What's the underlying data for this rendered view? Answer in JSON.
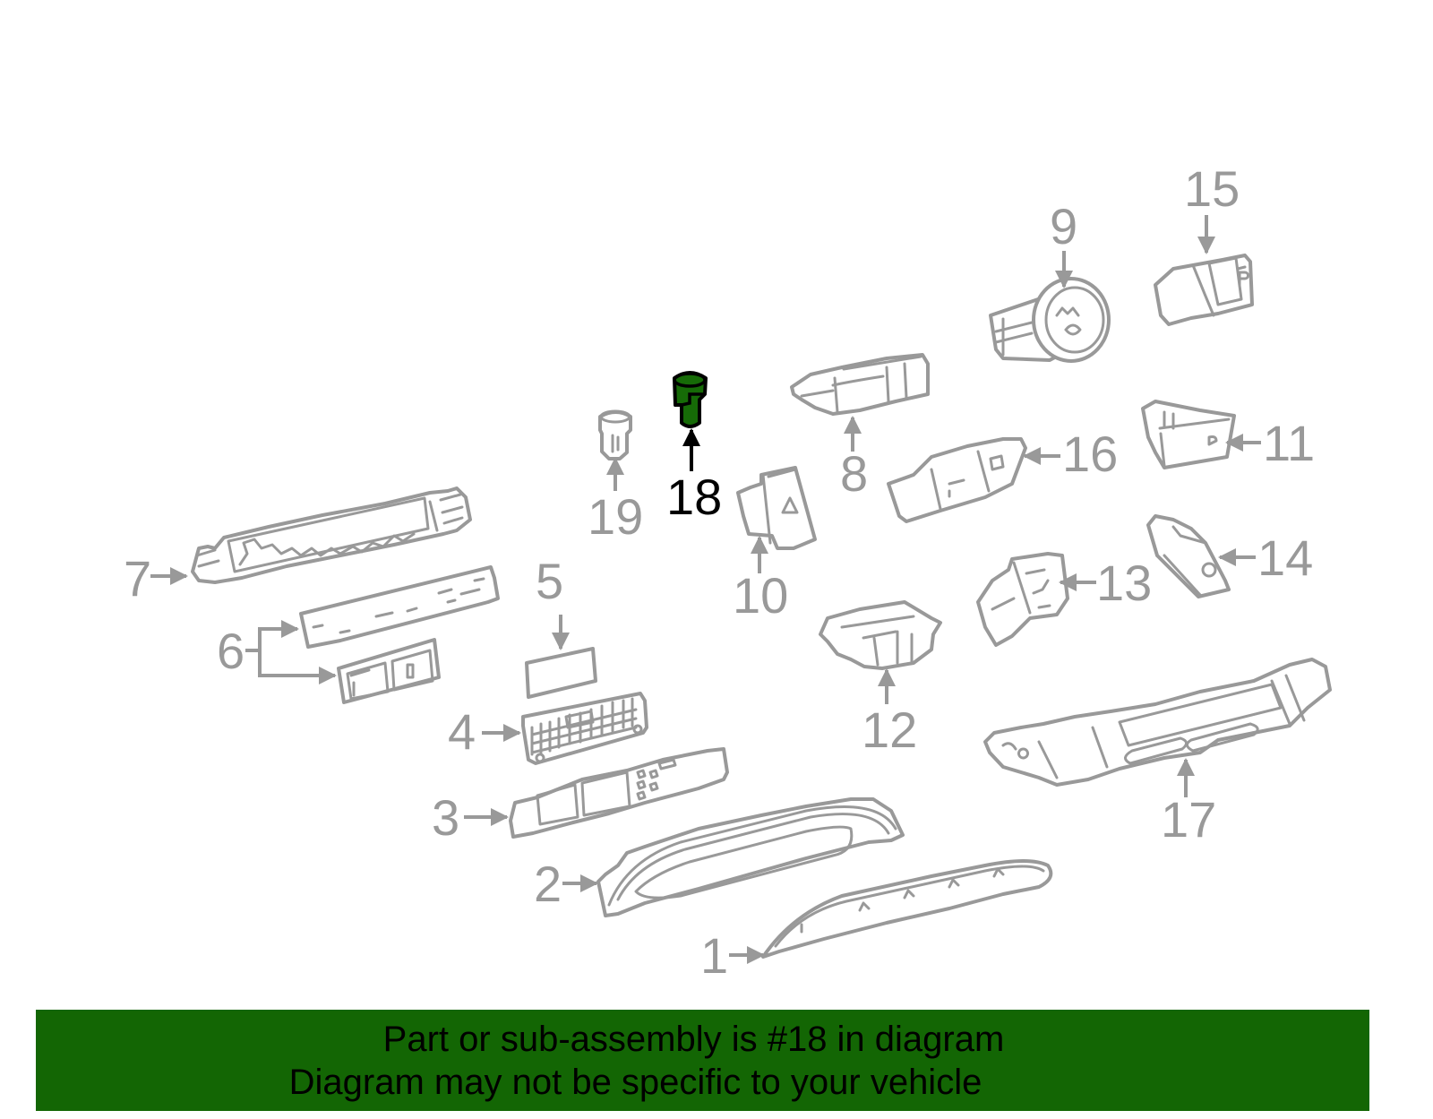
{
  "diagram": {
    "highlighted_part": "18",
    "colors": {
      "part_outline": "#999999",
      "highlight_fill": "#166b07",
      "highlight_outline": "#000000",
      "banner_bg": "#136604",
      "banner_text": "#000000"
    },
    "callouts": [
      {
        "id": "1",
        "label": "1"
      },
      {
        "id": "2",
        "label": "2"
      },
      {
        "id": "3",
        "label": "3"
      },
      {
        "id": "4",
        "label": "4"
      },
      {
        "id": "5",
        "label": "5"
      },
      {
        "id": "6",
        "label": "6"
      },
      {
        "id": "7",
        "label": "7"
      },
      {
        "id": "8",
        "label": "8"
      },
      {
        "id": "9",
        "label": "9"
      },
      {
        "id": "10",
        "label": "10"
      },
      {
        "id": "11",
        "label": "11"
      },
      {
        "id": "12",
        "label": "12"
      },
      {
        "id": "13",
        "label": "13"
      },
      {
        "id": "14",
        "label": "14"
      },
      {
        "id": "15",
        "label": "15"
      },
      {
        "id": "16",
        "label": "16"
      },
      {
        "id": "17",
        "label": "17"
      },
      {
        "id": "18",
        "label": "18"
      },
      {
        "id": "19",
        "label": "19"
      }
    ]
  },
  "banner": {
    "line1": "Part or sub-assembly is #18 in diagram",
    "line2": "Diagram may not be specific to your vehicle"
  }
}
